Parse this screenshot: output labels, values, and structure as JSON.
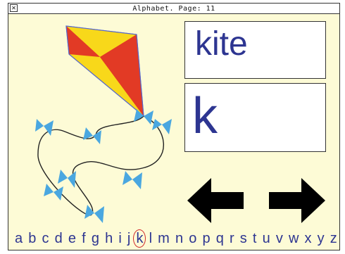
{
  "window": {
    "title": "Alphabet. Page: 11",
    "close_icon": "close-icon"
  },
  "picture": {
    "subject": "kite",
    "icon": "kite-with-bows-icon"
  },
  "word": "kite",
  "letter": "k",
  "navigation": {
    "previous_icon": "arrow-left-icon",
    "next_icon": "arrow-right-icon"
  },
  "alphabet": {
    "letters": [
      "a",
      "b",
      "c",
      "d",
      "e",
      "f",
      "g",
      "h",
      "i",
      "j",
      "k",
      "l",
      "m",
      "n",
      "o",
      "p",
      "q",
      "r",
      "s",
      "t",
      "u",
      "v",
      "w",
      "x",
      "y",
      "z"
    ],
    "selected": "k"
  },
  "colors": {
    "background": "#fdfbd6",
    "text": "#2d3591",
    "kite_red": "#e23a25",
    "kite_yellow": "#f8d81a",
    "bow_blue": "#4aa7e0",
    "highlight": "#d02a2a"
  }
}
